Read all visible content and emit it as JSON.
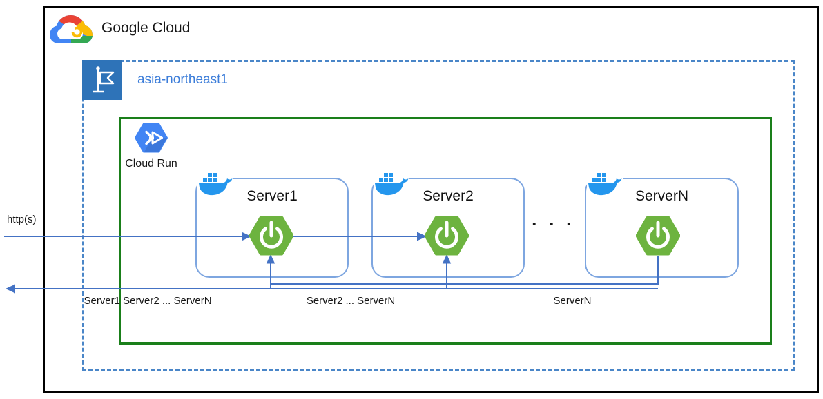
{
  "google_cloud": {
    "title": "Google Cloud"
  },
  "region": {
    "label": "asia-northeast1"
  },
  "cloud_run": {
    "label": "Cloud Run"
  },
  "request_label": "http(s)",
  "servers": [
    {
      "name": "Server1"
    },
    {
      "name": "Server2"
    },
    {
      "name": "ServerN"
    }
  ],
  "ellipsis": ". . .",
  "response_labels": [
    "Server1 Server2 ... ServerN",
    "Server2 ... ServerN",
    "ServerN"
  ],
  "icons": {
    "google_cloud_logo": "multicolor-cloud",
    "region_flag": "white-flag-on-blue-tile",
    "cloud_run": "blue-hexagon-with-arrow",
    "docker": "blue-whale-with-containers",
    "spring_boot": "green-hexagon-power-symbol"
  },
  "colors": {
    "outer_border": "#000000",
    "region_border": "#4A86C8",
    "region_tile": "#2E73B8",
    "region_text": "#3C7DD9",
    "cloud_run_border": "#1A7F1A",
    "server_border": "#7EA6E0",
    "connector": "#4472C4",
    "docker_blue": "#2496ED",
    "spring_green": "#6DB33F",
    "cloud_run_blue": "#4285F4"
  }
}
